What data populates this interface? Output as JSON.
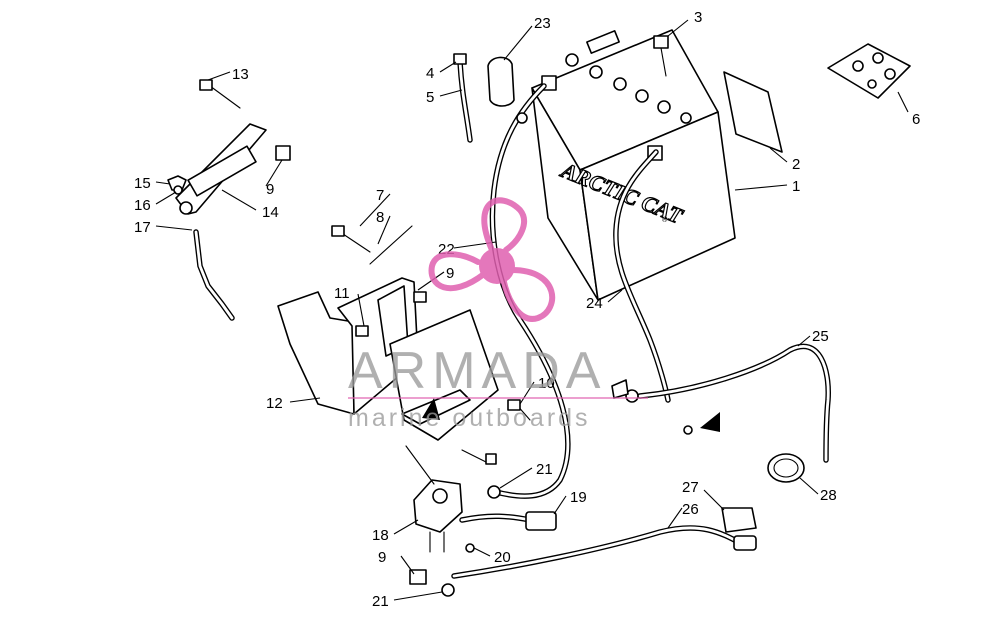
{
  "watermark": {
    "title": "ARMADA",
    "subtitle": "marine outboards",
    "colors": {
      "logo": "#e060b0",
      "text": "#9a9a9a"
    }
  },
  "battery_label": {
    "brand": "ARCTIC CAT",
    "mark": "®"
  },
  "callouts": [
    "1",
    "2",
    "3",
    "4",
    "5",
    "6",
    "7",
    "8",
    "9",
    "9",
    "9",
    "10",
    "11",
    "12",
    "13",
    "14",
    "15",
    "16",
    "17",
    "18",
    "19",
    "20",
    "21",
    "21",
    "22",
    "23",
    "24",
    "25",
    "26",
    "27",
    "28"
  ]
}
